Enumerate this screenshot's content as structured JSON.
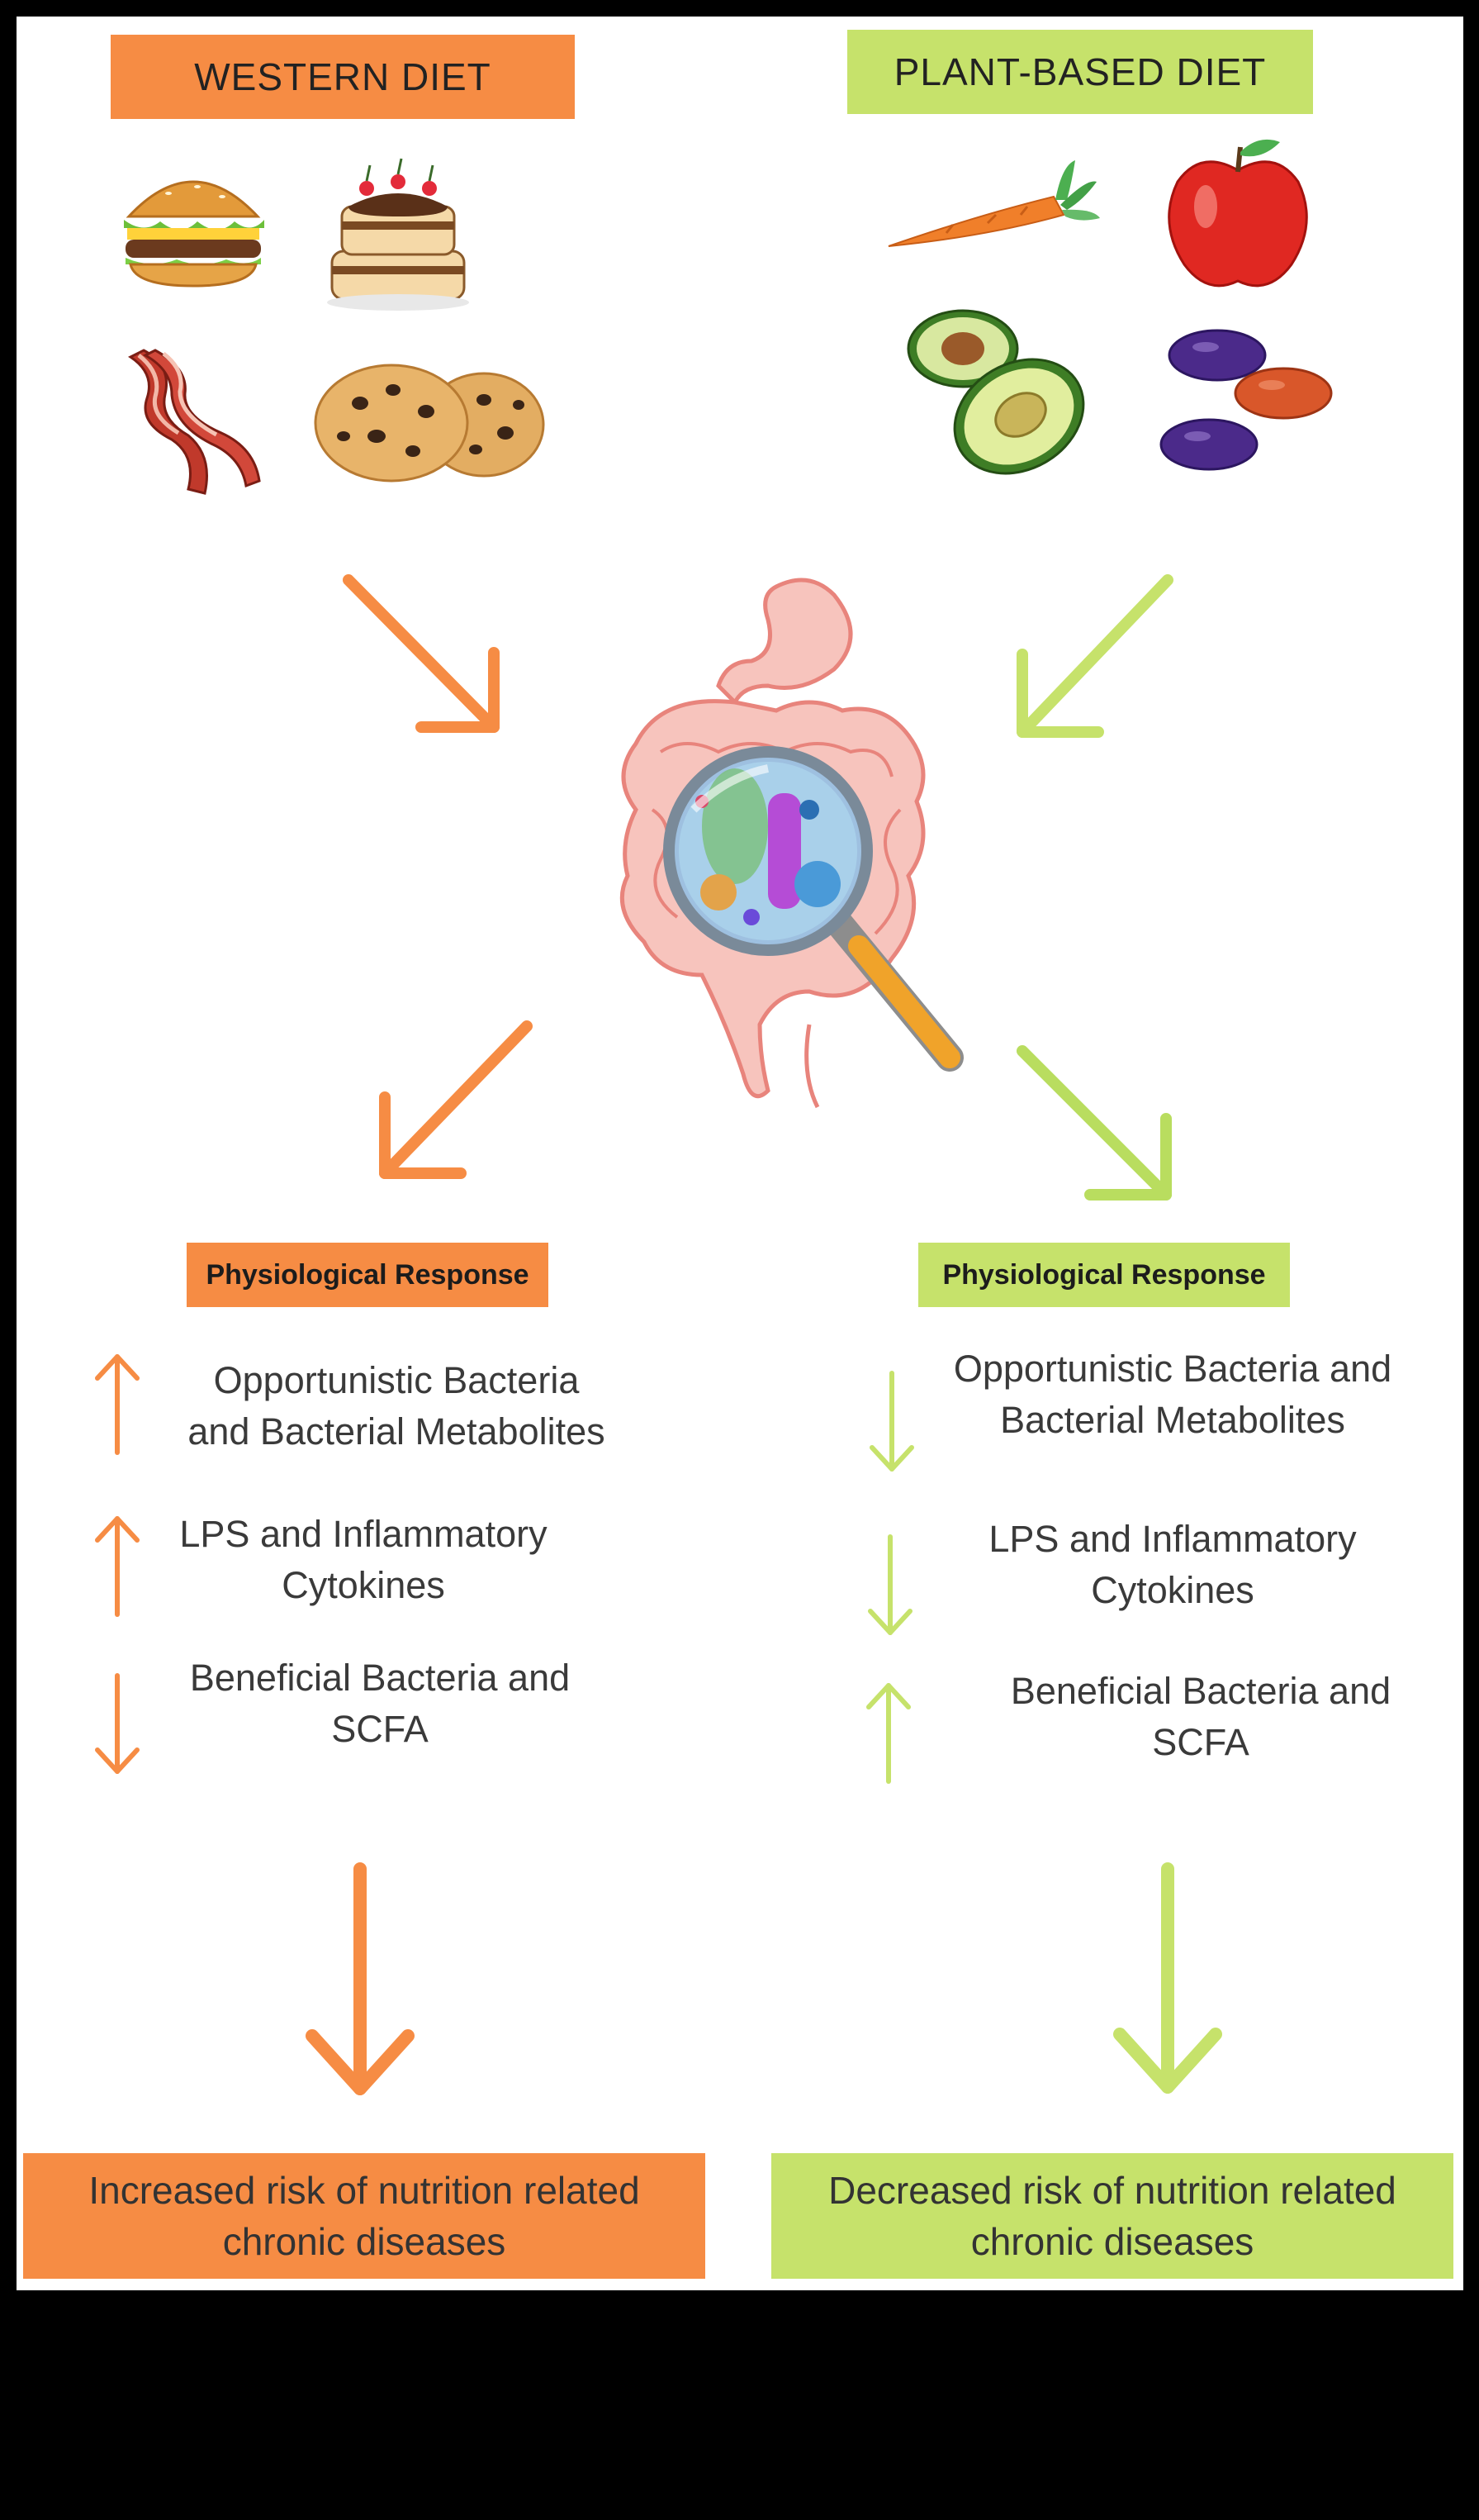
{
  "colors": {
    "western": "#f68c44",
    "plant": "#c6e26b",
    "plant_arrow": "#b9dd5f",
    "gut_fill": "#f7c4bd",
    "gut_stroke": "#e8847c"
  },
  "western": {
    "title": "WESTERN DIET",
    "foods": [
      "burger-icon",
      "cake-icon",
      "bacon-icon",
      "cookies-icon"
    ],
    "response_title": "Physiological Response",
    "responses": [
      {
        "direction": "up",
        "text_line1": "Opportunistic Bacteria",
        "text_line2": "and Bacterial Metabolites"
      },
      {
        "direction": "up",
        "text_line1": "LPS and Inflammatory",
        "text_line2": "Cytokines"
      },
      {
        "direction": "down",
        "text_line1": "Beneficial Bacteria and",
        "text_line2": "SCFA"
      }
    ],
    "outcome_line1": "Increased risk of nutrition related",
    "outcome_line2": "chronic diseases"
  },
  "plant": {
    "title": "PLANT-BASED DIET",
    "foods": [
      "carrot-icon",
      "apple-icon",
      "avocado-icon",
      "beans-icon"
    ],
    "response_title": "Physiological Response",
    "responses": [
      {
        "direction": "down",
        "text_line1": "Opportunistic Bacteria and",
        "text_line2": "Bacterial Metabolites"
      },
      {
        "direction": "down",
        "text_line1": "LPS and Inflammatory",
        "text_line2": "Cytokines"
      },
      {
        "direction": "up",
        "text_line1": "Beneficial Bacteria and",
        "text_line2": "SCFA"
      }
    ],
    "outcome_line1": "Decreased risk of nutrition related",
    "outcome_line2": "chronic diseases"
  },
  "center": {
    "icon": "gut-microbiome-magnifier-icon"
  }
}
